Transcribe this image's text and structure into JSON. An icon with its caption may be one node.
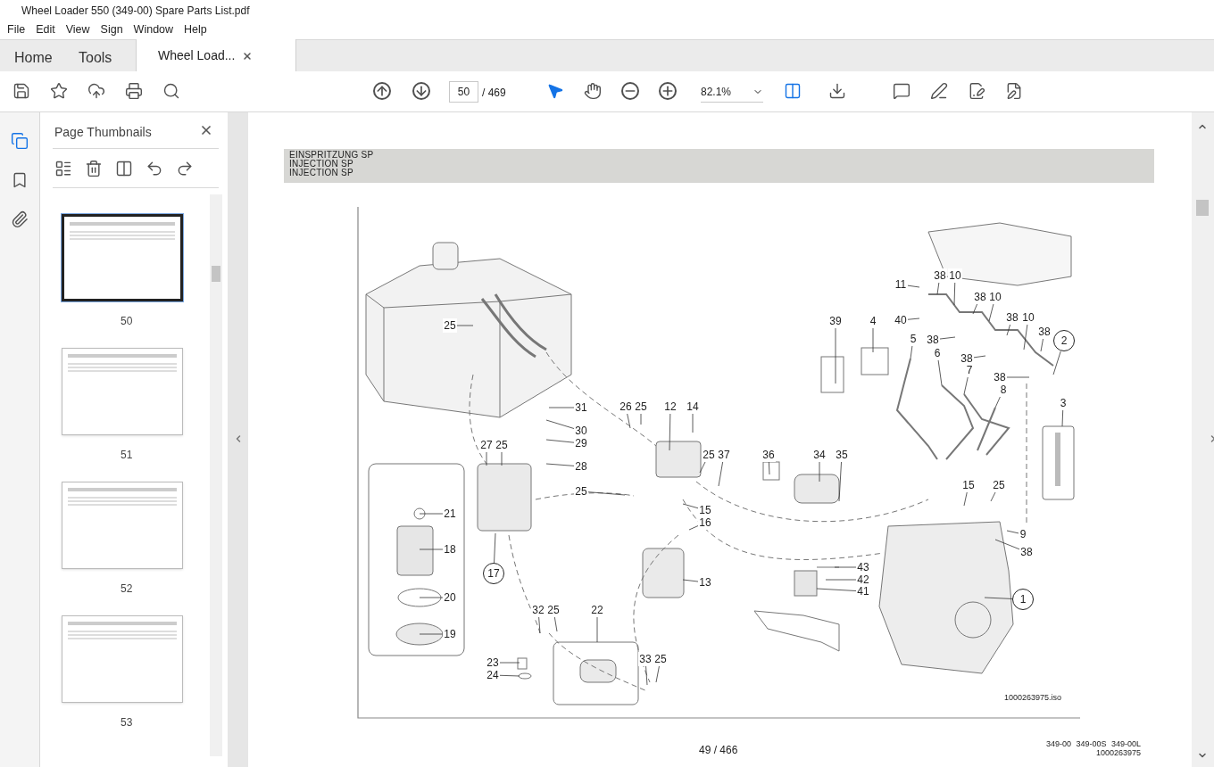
{
  "diagram": {
    "nodes": [
      {
        "text": [
          "25"
        ]
      },
      {
        "text": [
          "31"
        ]
      },
      {
        "text": [
          "30"
        ]
      },
      {
        "text": [
          "29"
        ]
      },
      {
        "text": [
          "28"
        ]
      },
      {
        "text": [
          "26"
        ]
      },
      {
        "text": [
          "25"
        ]
      },
      {
        "text": [
          "12"
        ]
      },
      {
        "text": [
          "14"
        ]
      },
      {
        "text": [
          "27"
        ]
      },
      {
        "text": [
          "25"
        ]
      },
      {
        "text": [
          "25"
        ]
      },
      {
        "text": [
          "25"
        ]
      },
      {
        "text": [
          "37"
        ]
      },
      {
        "text": [
          "36"
        ]
      },
      {
        "text": [
          "34"
        ]
      },
      {
        "text": [
          "35"
        ]
      },
      {
        "text": [
          "15"
        ]
      },
      {
        "text": [
          "16"
        ]
      },
      {
        "text": [
          "21"
        ]
      },
      {
        "text": [
          "18"
        ]
      },
      {
        "text": [
          "20"
        ]
      },
      {
        "text": [
          "19"
        ]
      },
      {
        "text": [
          "17"
        ]
      },
      {
        "text": [
          "13"
        ]
      },
      {
        "text": [
          "22"
        ]
      },
      {
        "text": [
          "32"
        ]
      },
      {
        "text": [
          "25"
        ]
      },
      {
        "text": [
          "23"
        ]
      },
      {
        "text": [
          "24"
        ]
      },
      {
        "text": [
          "33"
        ]
      },
      {
        "text": [
          "25"
        ]
      },
      {
        "text": [
          "11"
        ]
      },
      {
        "text": [
          "38"
        ]
      },
      {
        "text": [
          "10"
        ]
      },
      {
        "text": [
          "38"
        ]
      },
      {
        "text": [
          "10"
        ]
      },
      {
        "text": [
          "38"
        ]
      },
      {
        "text": [
          "10"
        ]
      },
      {
        "text": [
          "40"
        ]
      },
      {
        "text": [
          "39"
        ]
      },
      {
        "text": [
          "4"
        ]
      },
      {
        "text": [
          "38"
        ]
      },
      {
        "text": [
          "38"
        ]
      },
      {
        "text": [
          "2"
        ]
      },
      {
        "text": [
          "5"
        ]
      },
      {
        "text": [
          "6"
        ]
      },
      {
        "text": [
          "38"
        ]
      },
      {
        "text": [
          "7"
        ]
      },
      {
        "text": [
          "38"
        ]
      },
      {
        "text": [
          "8"
        ]
      },
      {
        "text": [
          "3"
        ]
      },
      {
        "text": [
          "15"
        ]
      },
      {
        "text": [
          "25"
        ]
      },
      {
        "text": [
          "9"
        ]
      },
      {
        "text": [
          "38"
        ]
      },
      {
        "text": [
          "43"
        ]
      },
      {
        "text": [
          "42"
        ]
      },
      {
        "text": [
          "41"
        ]
      },
      {
        "text": [
          "1"
        ]
      }
    ],
    "edges": [
      {
        "from": 0,
        "to": null,
        "arrow": "none"
      },
      {
        "from": 1,
        "to": null,
        "arrow": "none"
      },
      {
        "from": 2,
        "to": null,
        "arrow": "none"
      },
      {
        "from": 3,
        "to": null,
        "arrow": "none"
      },
      {
        "from": 4,
        "to": null,
        "arrow": "none"
      },
      {
        "from": 5,
        "to": null,
        "arrow": "none"
      },
      {
        "from": 6,
        "to": null,
        "arrow": "none"
      },
      {
        "from": 7,
        "to": null,
        "arrow": "none"
      },
      {
        "from": 8,
        "to": null,
        "arrow": "none"
      },
      {
        "from": 9,
        "to": null,
        "arrow": "none"
      },
      {
        "from": 10,
        "to": null,
        "arrow": "none"
      },
      {
        "from": 11,
        "to": null,
        "arrow": "none"
      },
      {
        "from": 12,
        "to": null,
        "arrow": "none"
      },
      {
        "from": 13,
        "to": null,
        "arrow": "none"
      },
      {
        "from": 14,
        "to": null,
        "arrow": "none"
      },
      {
        "from": 15,
        "to": null,
        "arrow": "none"
      },
      {
        "from": 16,
        "to": null,
        "arrow": "none"
      },
      {
        "from": 17,
        "to": null,
        "arrow": "none"
      },
      {
        "from": 18,
        "to": null,
        "arrow": "none"
      },
      {
        "from": 19,
        "to": null,
        "arrow": "none"
      },
      {
        "from": 20,
        "to": null,
        "arrow": "none"
      },
      {
        "from": 21,
        "to": null,
        "arrow": "none"
      },
      {
        "from": 22,
        "to": null,
        "arrow": "none"
      },
      {
        "from": 23,
        "to": null,
        "arrow": "none"
      },
      {
        "from": 24,
        "to": null,
        "arrow": "none"
      },
      {
        "from": 25,
        "to": null,
        "arrow": "none"
      },
      {
        "from": 26,
        "to": null,
        "arrow": "none"
      },
      {
        "from": 27,
        "to": null,
        "arrow": "none"
      },
      {
        "from": 28,
        "to": null,
        "arrow": "none"
      },
      {
        "from": 29,
        "to": null,
        "arrow": "none"
      },
      {
        "from": 30,
        "to": null,
        "arrow": "none"
      },
      {
        "from": 31,
        "to": null,
        "arrow": "none"
      },
      {
        "from": 32,
        "to": null,
        "arrow": "none"
      },
      {
        "from": 33,
        "to": null,
        "arrow": "none"
      },
      {
        "from": 34,
        "to": null,
        "arrow": "none"
      },
      {
        "from": 35,
        "to": null,
        "arrow": "none"
      },
      {
        "from": 36,
        "to": null,
        "arrow": "none"
      },
      {
        "from": 37,
        "to": null,
        "arrow": "none"
      },
      {
        "from": 38,
        "to": null,
        "arrow": "none"
      },
      {
        "from": 39,
        "to": null,
        "arrow": "none"
      },
      {
        "from": 40,
        "to": null,
        "arrow": "none"
      },
      {
        "from": 41,
        "to": null,
        "arrow": "none"
      },
      {
        "from": 42,
        "to": null,
        "arrow": "none"
      },
      {
        "from": 43,
        "to": null,
        "arrow": "none"
      },
      {
        "from": 44,
        "to": null,
        "arrow": "none"
      },
      {
        "from": 45,
        "to": null,
        "arrow": "none"
      },
      {
        "from": 46,
        "to": null,
        "arrow": "none"
      },
      {
        "from": 47,
        "to": null,
        "arrow": "none"
      },
      {
        "from": 48,
        "to": null,
        "arrow": "none"
      },
      {
        "from": 49,
        "to": null,
        "arrow": "none"
      },
      {
        "from": 50,
        "to": null,
        "arrow": "none"
      },
      {
        "from": 51,
        "to": null,
        "arrow": "none"
      },
      {
        "from": 52,
        "to": null,
        "arrow": "none"
      },
      {
        "from": 53,
        "to": null,
        "arrow": "none"
      },
      {
        "from": 54,
        "to": null,
        "arrow": "none"
      },
      {
        "from": 55,
        "to": null,
        "arrow": "none"
      },
      {
        "from": 56,
        "to": null,
        "arrow": "none"
      },
      {
        "from": 57,
        "to": null,
        "arrow": "none"
      },
      {
        "from": 58,
        "to": null,
        "arrow": "none"
      },
      {
        "from": 59,
        "to": null,
        "arrow": "none"
      }
    ],
    "labels": [
      "Wheel Loader 550 (349-00) Spare Parts List.pdf",
      "File",
      "Edit",
      "View",
      "Sign",
      "Window",
      "Help",
      "Home",
      "Tools",
      "Wheel Load...",
      "50",
      "/ 469",
      "82.1%",
      "Page Thumbnails",
      "50",
      "51",
      "52",
      "53",
      "EINSPRITZUNG SP",
      "INJECTION SP",
      "INJECTION SP",
      "1000263975.iso",
      "49 / 466",
      "349-00 349-00S 349-00L",
      "1000263975"
    ]
  }
}
